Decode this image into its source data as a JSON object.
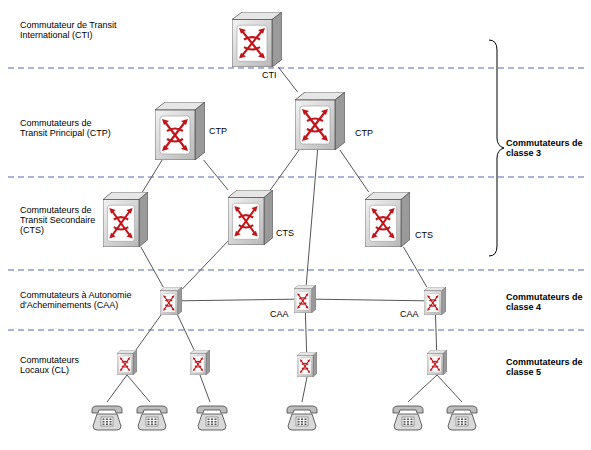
{
  "diagram": {
    "nodes": [
      {
        "text": [
          "CTI"
        ]
      },
      {
        "text": [
          "CTP"
        ]
      },
      {
        "text": [
          "CTP"
        ]
      },
      {
        "text": []
      },
      {
        "text": [
          "CTS"
        ]
      },
      {
        "text": [
          "CTS"
        ]
      },
      {
        "text": []
      },
      {
        "text": [
          "CAA"
        ]
      },
      {
        "text": [
          "CAA"
        ]
      },
      {
        "text": []
      },
      {
        "text": []
      },
      {
        "text": []
      },
      {
        "text": []
      }
    ],
    "edges": [
      {
        "from": 0,
        "to": 2,
        "arrow": "none"
      },
      {
        "from": 1,
        "to": 3,
        "arrow": "none"
      },
      {
        "from": 1,
        "to": 4,
        "arrow": "none"
      },
      {
        "from": 2,
        "to": 4,
        "arrow": "none"
      },
      {
        "from": 2,
        "to": 7,
        "arrow": "none"
      },
      {
        "from": 2,
        "to": 5,
        "arrow": "none"
      },
      {
        "from": 3,
        "to": 6,
        "arrow": "none"
      },
      {
        "from": 4,
        "to": 6,
        "arrow": "none"
      },
      {
        "from": 5,
        "to": 8,
        "arrow": "none"
      },
      {
        "from": 6,
        "to": 7,
        "arrow": "none"
      },
      {
        "from": 7,
        "to": 8,
        "arrow": "none"
      },
      {
        "from": 6,
        "to": 9,
        "arrow": "none"
      },
      {
        "from": 6,
        "to": 10,
        "arrow": "none"
      },
      {
        "from": 7,
        "to": 11,
        "arrow": "none"
      },
      {
        "from": 8,
        "to": 12,
        "arrow": "none"
      }
    ],
    "labels": [
      "Commutateur de Transit International (CTI)",
      "Commutateurs de Transit Principal (CTP)",
      "Commutateurs de Transit Secondaire (CTS)",
      "Commutateurs à Autonomie d'Acheminements (CAA)",
      "Commutateurs Locaux (CL)",
      "Commutateurs de classe 3",
      "Commutateurs de classe 4",
      "Commutateurs de classe 5"
    ]
  }
}
